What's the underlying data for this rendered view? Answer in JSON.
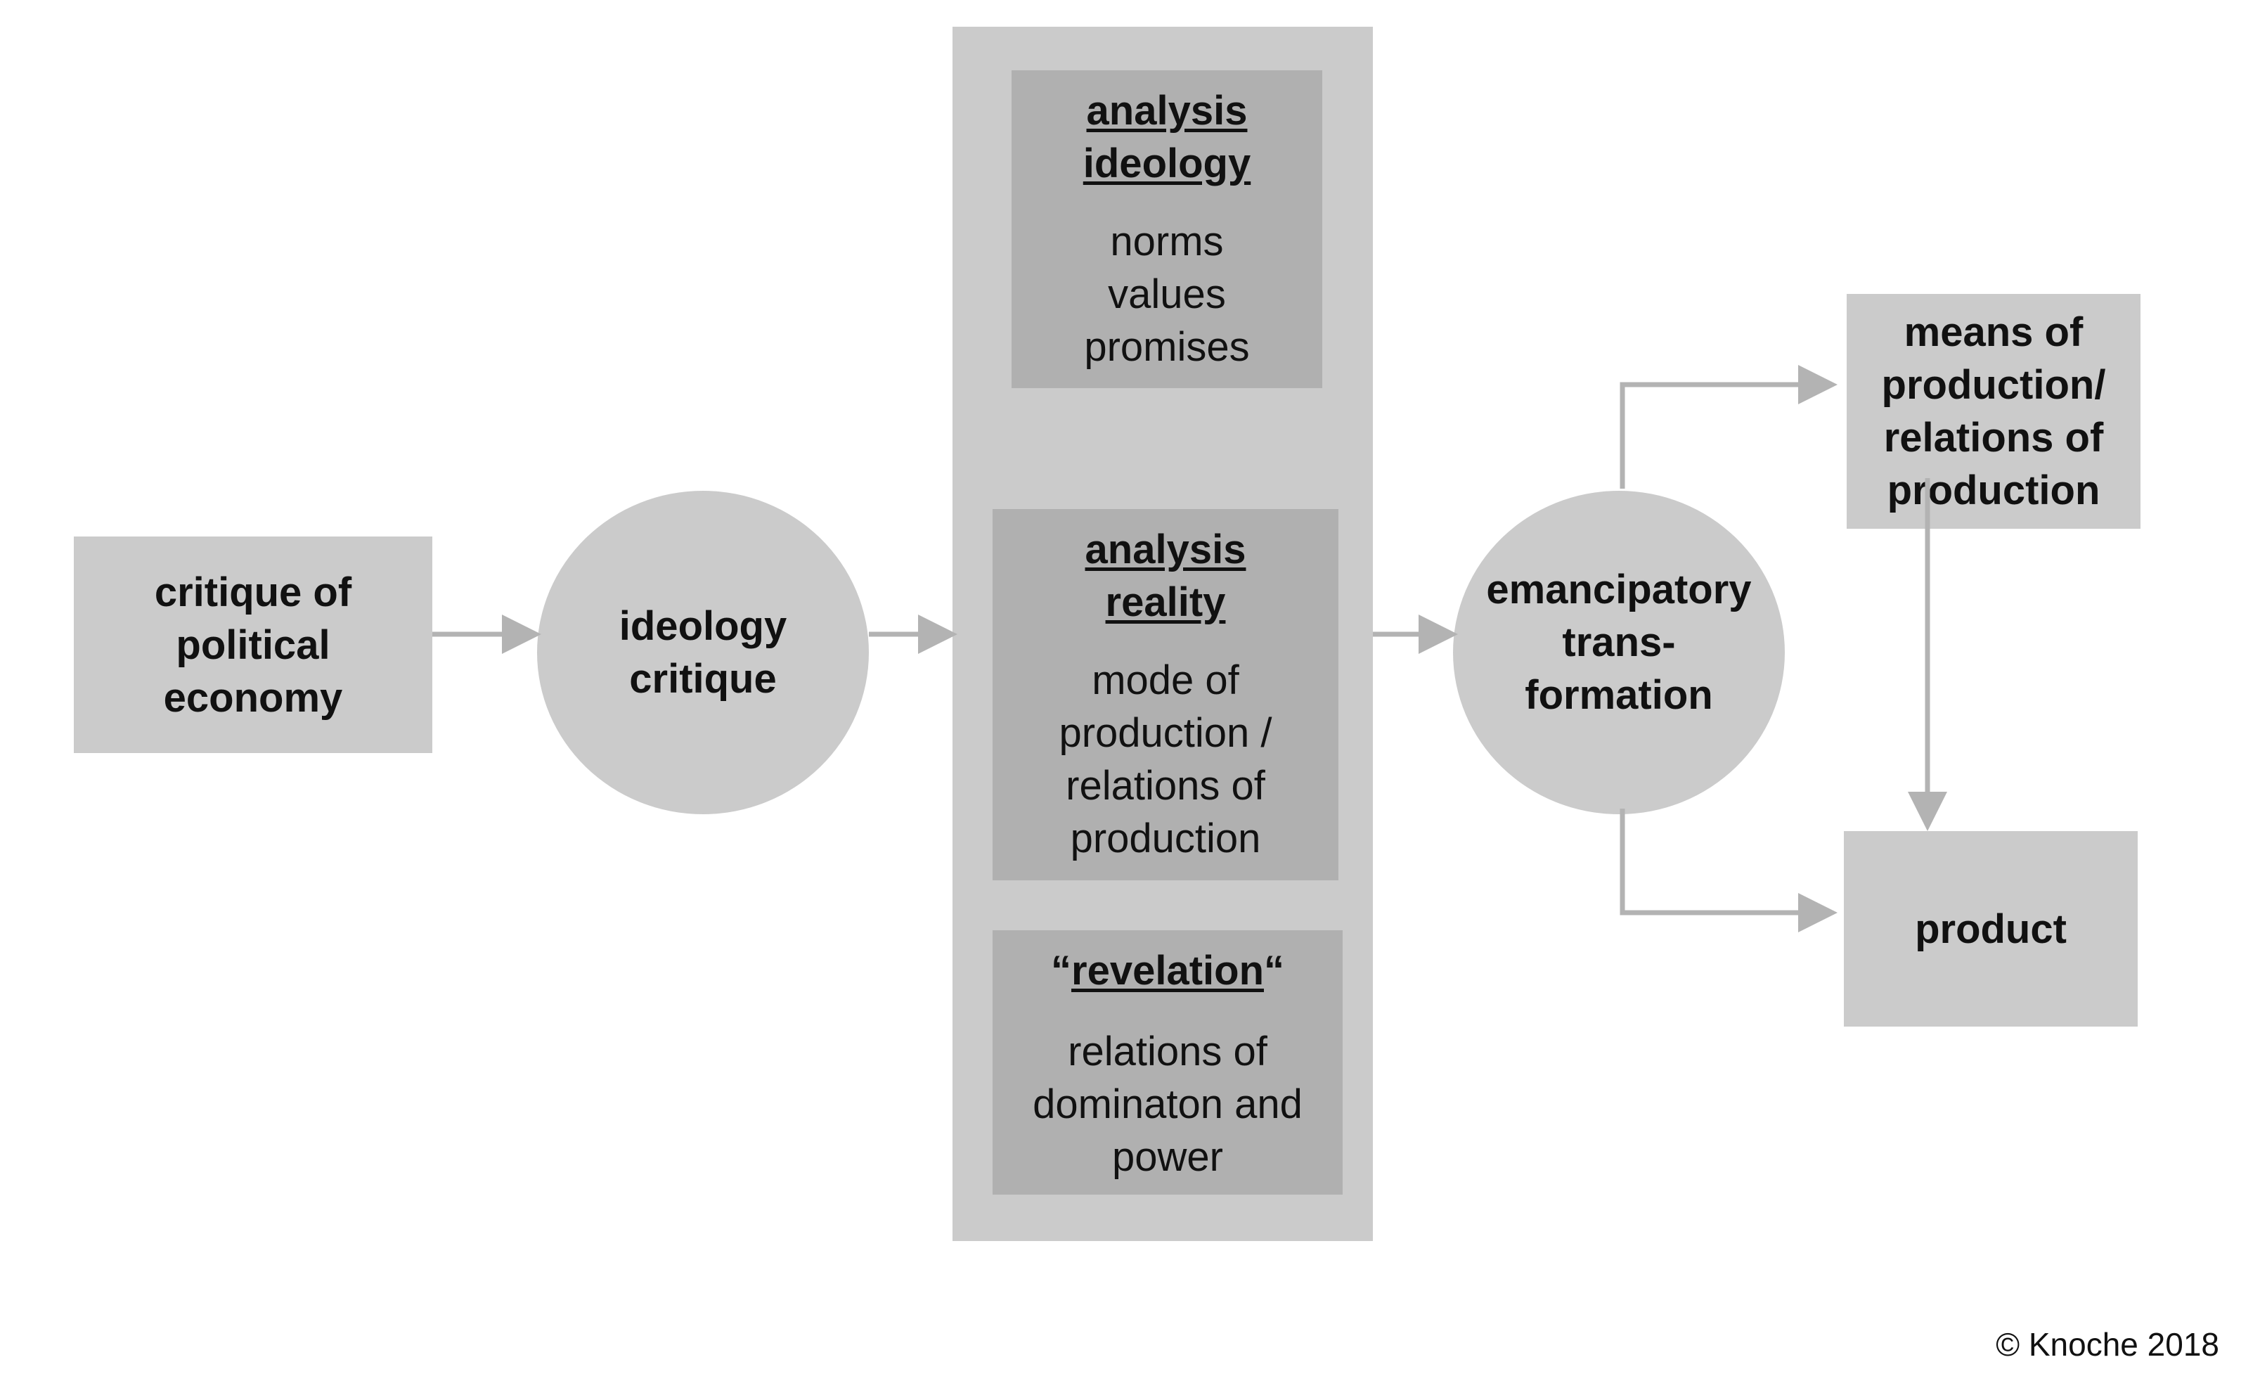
{
  "nodes": {
    "critique_pe": {
      "label": "critique of\npolitical\neconomy"
    },
    "ideology_critique": {
      "label": "ideology\ncritique"
    },
    "analysis_ideology": {
      "heading": "analysis\nideology",
      "body": "norms\nvalues\npromises"
    },
    "analysis_reality": {
      "heading": "analysis\nreality",
      "body": "mode of\nproduction /\nrelations of\nproduction"
    },
    "revelation": {
      "open_quote": "“",
      "heading": "revelation",
      "close_quote": "“",
      "body": "relations of\ndominaton and\npower"
    },
    "emancipatory": {
      "label": "emancipatory\ntrans-\nformation"
    },
    "means": {
      "label": "means of\nproduction/\nrelations of\nproduction"
    },
    "product": {
      "label": "product"
    }
  },
  "footer": {
    "copyright": "© Knoche 2018"
  },
  "colors": {
    "box_light": "#cbcbcb",
    "box_dark": "#b0b0b0",
    "arrow": "#b3b3b3",
    "text": "#111111"
  }
}
